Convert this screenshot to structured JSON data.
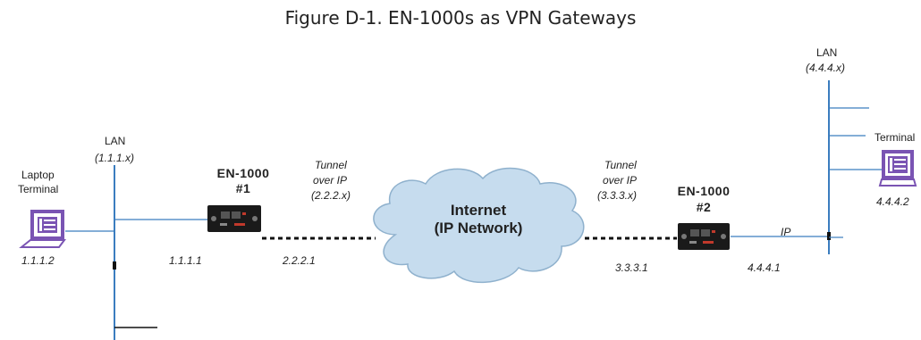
{
  "title": "Figure D-1. EN-1000s as VPN Gateways",
  "left_lan": {
    "label": "LAN",
    "subnet": "(1.1.1.x)"
  },
  "right_lan": {
    "label": "LAN",
    "subnet": "(4.4.4.x)"
  },
  "laptop": {
    "label_line1": "Laptop",
    "label_line2": "Terminal",
    "ip": "1.1.1.2"
  },
  "terminal": {
    "label": "Terminal",
    "ip": "4.4.4.2"
  },
  "router1": {
    "name": "EN-1000",
    "number": "#1",
    "lan_ip": "1.1.1.1",
    "wan_ip": "2.2.2.1"
  },
  "router2": {
    "name": "EN-1000",
    "number": "#2",
    "wan_ip": "3.3.3.1",
    "lan_ip": "4.4.4.1"
  },
  "tunnel1": {
    "line1": "Tunnel",
    "line2": "over IP",
    "subnet": "(2.2.2.x)"
  },
  "tunnel2": {
    "line1": "Tunnel",
    "line2": "over IP",
    "subnet": "(3.3.3.x)"
  },
  "cloud": {
    "line1": "Internet",
    "line2": "(IP Network)"
  },
  "ip_link_label": "IP",
  "colors": {
    "line": "#3b7dbf",
    "terminal": "#7a54b3",
    "router": "#1a1a1a",
    "cloud_fill": "#c6dcee",
    "cloud_stroke": "#8fb1cd"
  }
}
